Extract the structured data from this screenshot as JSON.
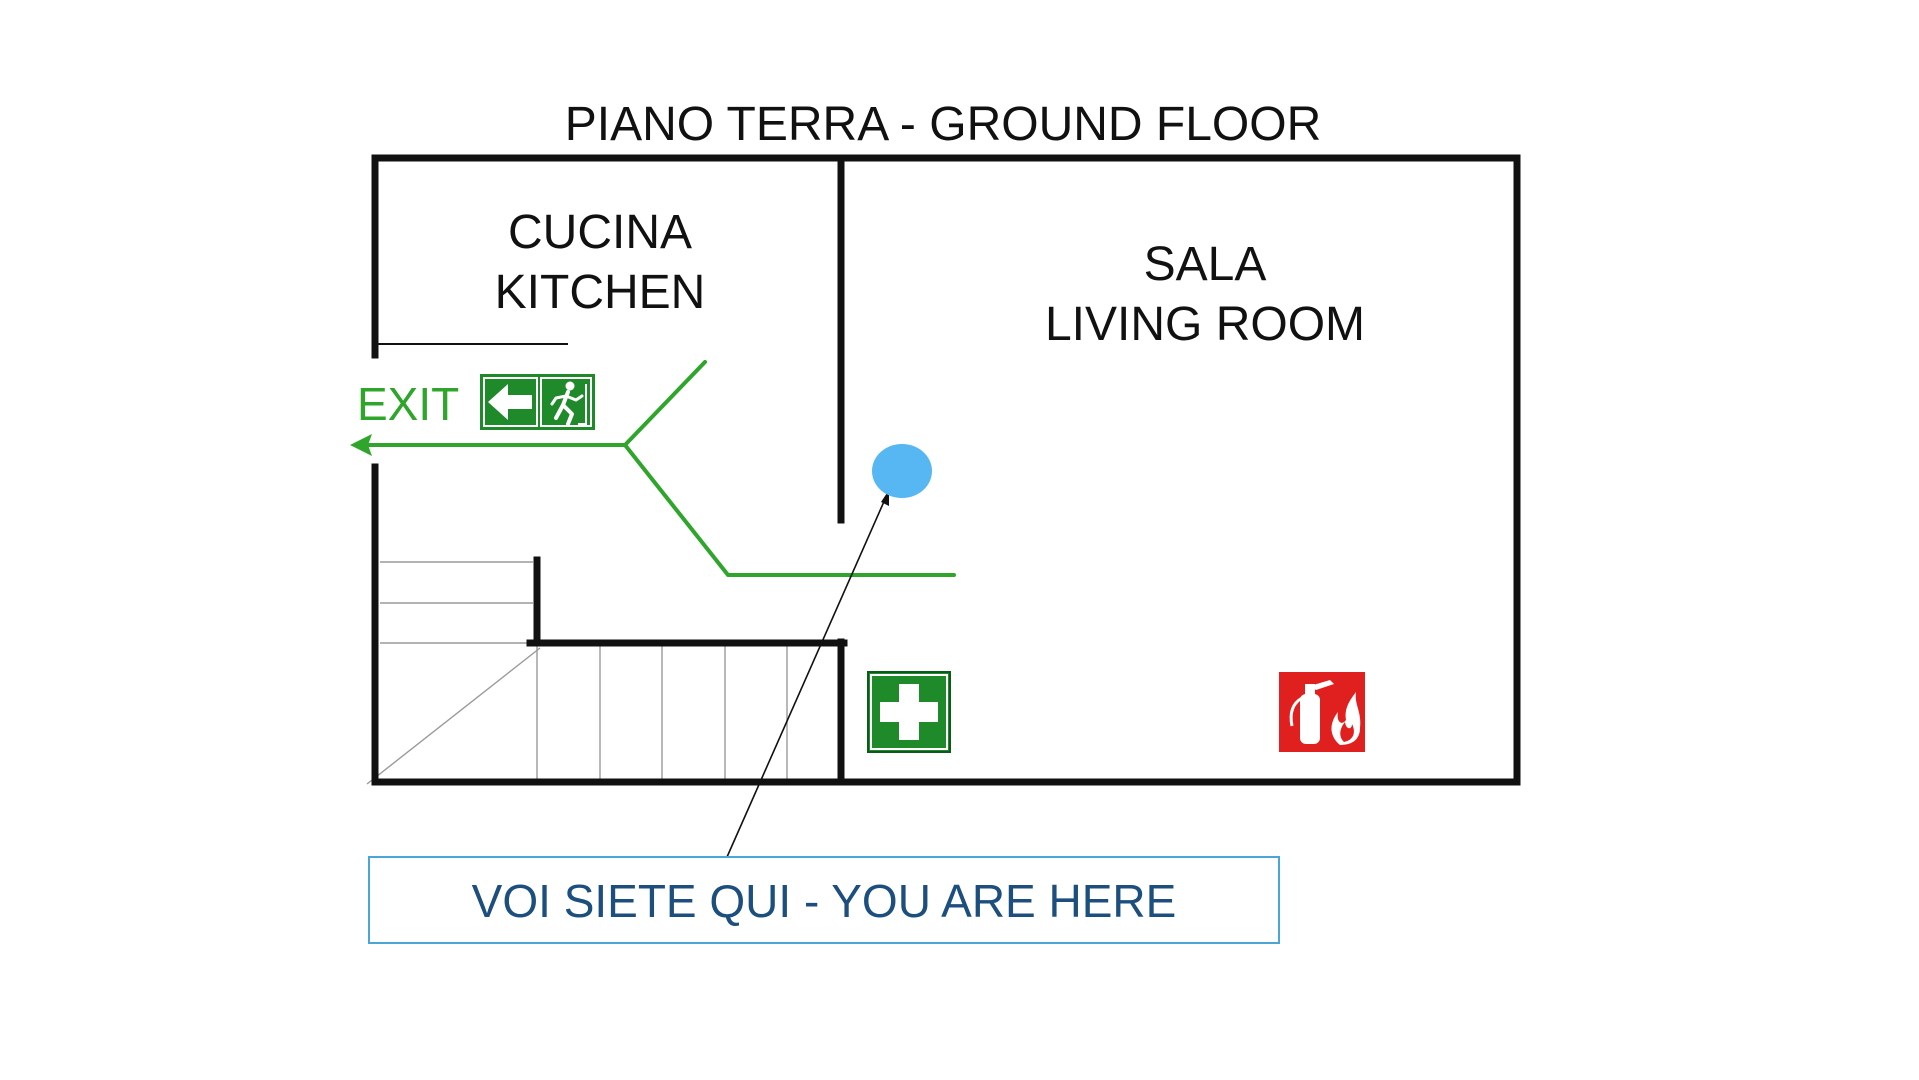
{
  "title": "PIANO TERRA - GROUND FLOOR",
  "rooms": {
    "kitchen": {
      "line1": "CUCINA",
      "line2": "KITCHEN"
    },
    "living": {
      "line1": "SALA",
      "line2": "LIVING ROOM"
    }
  },
  "exit": {
    "label": "EXIT",
    "sign_icon": "exit-arrow-running-man-icon"
  },
  "you_are_here": {
    "label": "VOI SIETE QUI - YOU ARE HERE",
    "marker_icon": "location-dot-icon"
  },
  "safety_icons": {
    "first_aid": "first-aid-icon",
    "extinguisher": "fire-extinguisher-icon"
  },
  "colors": {
    "route_green": "#2fa52b",
    "sign_green": "#1e8a2a",
    "marker_blue": "#56b7f2",
    "here_text": "#1c4f7d",
    "here_border": "#4aa6d6",
    "extinguisher_red": "#e0201e",
    "wall": "#111111"
  }
}
